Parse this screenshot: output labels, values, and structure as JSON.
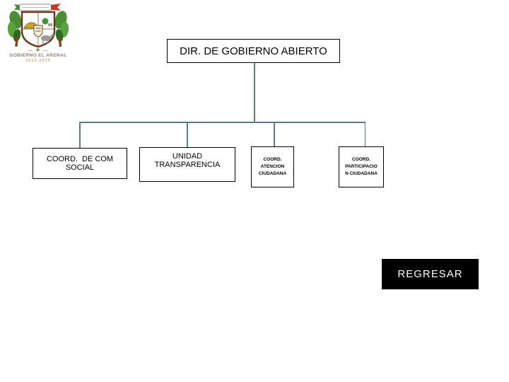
{
  "logo": {
    "name": "escudo-municipal",
    "caption_decoration": "— ❖ —",
    "caption_line1": "GOBIERNO EL ARENAL",
    "caption_line2": "2012-2015"
  },
  "org_chart": {
    "connector_color": "#5d7b8d",
    "root": {
      "label": "DIR. DE GOBIERNO ABIERTO"
    },
    "children": [
      {
        "label": "COORD.  DE COM SOCIAL",
        "lines": [
          "COORD.  DE COM SOCIAL"
        ]
      },
      {
        "label": "UNIDAD TRANSPARENCIA",
        "lines": [
          "UNIDAD TRANSPARENCIA"
        ]
      },
      {
        "label": "COORD. ATENCION CIUDADANA",
        "lines": [
          "COORD.",
          "ATENCION",
          "CIUDADANA"
        ]
      },
      {
        "label": "COORD. PARTICIPACION CIUDADANA",
        "lines": [
          "COORD.",
          "PARTICIPACIO",
          "N CIUDADANA"
        ]
      }
    ]
  },
  "buttons": {
    "regresar": {
      "label": "REGRESAR",
      "background": "#000000",
      "text_color": "#ffffff"
    }
  }
}
